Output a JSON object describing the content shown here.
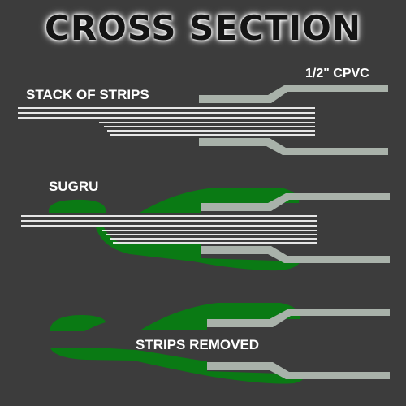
{
  "title": "CROSS SECTION",
  "labels": {
    "stack_of_strips": "STACK OF STRIPS",
    "pipe": "1/2\" CPVC",
    "sugru": "SUGRU",
    "strips_removed": "STRIPS REMOVED"
  },
  "colors": {
    "background": "#3c3c3c",
    "pipe": "#a9b2aa",
    "sugru": "#0a7a14",
    "strips": "#ffffff",
    "label_text": "#ffffff",
    "title_text": "#141414"
  }
}
